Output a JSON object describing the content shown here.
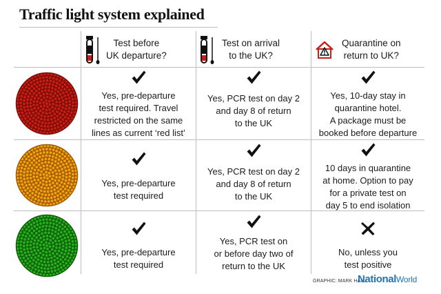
{
  "title": "Traffic light system explained",
  "headers": [
    {
      "line1": "Test before",
      "line2": "UK departure?",
      "icon": "test-tube-swab-icon"
    },
    {
      "line1": "Test on arrival",
      "line2": "to the UK?",
      "icon": "test-tube-swab-icon"
    },
    {
      "line1": "Quarantine on",
      "line2": "return to UK?",
      "icon": "house-warning-icon"
    }
  ],
  "rows": [
    {
      "light": "red",
      "light_color": "#cc1d14",
      "light_dark": "#7a0e08",
      "cells": [
        {
          "mark": "check",
          "lines": [
            "Yes, pre-departure",
            "test required. Travel",
            "restricted on the same",
            "lines as current  ‘red list’"
          ]
        },
        {
          "mark": "check",
          "lines": [
            "Yes, PCR test on day 2",
            "and day 8 of return",
            "to the UK"
          ]
        },
        {
          "mark": "check",
          "lines": [
            "Yes, 10-day stay in",
            "quarantine hotel.",
            "A package must be",
            "booked before departure"
          ]
        }
      ]
    },
    {
      "light": "amber",
      "light_color": "#f2a40e",
      "light_dark": "#a35b03",
      "cells": [
        {
          "mark": "check",
          "lines": [
            "Yes, pre-departure",
            "test required"
          ]
        },
        {
          "mark": "check",
          "lines": [
            "Yes, PCR test on day 2",
            "and day 8 of return",
            "to the UK"
          ]
        },
        {
          "mark": "check",
          "lines": [
            "10 days in quarantine",
            "at home. Option to pay",
            "for a private test on",
            "day 5 to end isolation"
          ]
        }
      ]
    },
    {
      "light": "green",
      "light_color": "#27b11c",
      "light_dark": "#0f5f0a",
      "cells": [
        {
          "mark": "check",
          "lines": [
            "Yes, pre-departure",
            "test required"
          ]
        },
        {
          "mark": "check",
          "lines": [
            "Yes, PCR test on",
            "or before day two of",
            "return to the UK"
          ]
        },
        {
          "mark": "cross",
          "lines": [
            "No, unless you",
            "test positive"
          ]
        }
      ]
    }
  ],
  "footer": {
    "credit": "GRAPHIC: MARK HALL",
    "brand_main": "National",
    "brand_sub": "World"
  }
}
